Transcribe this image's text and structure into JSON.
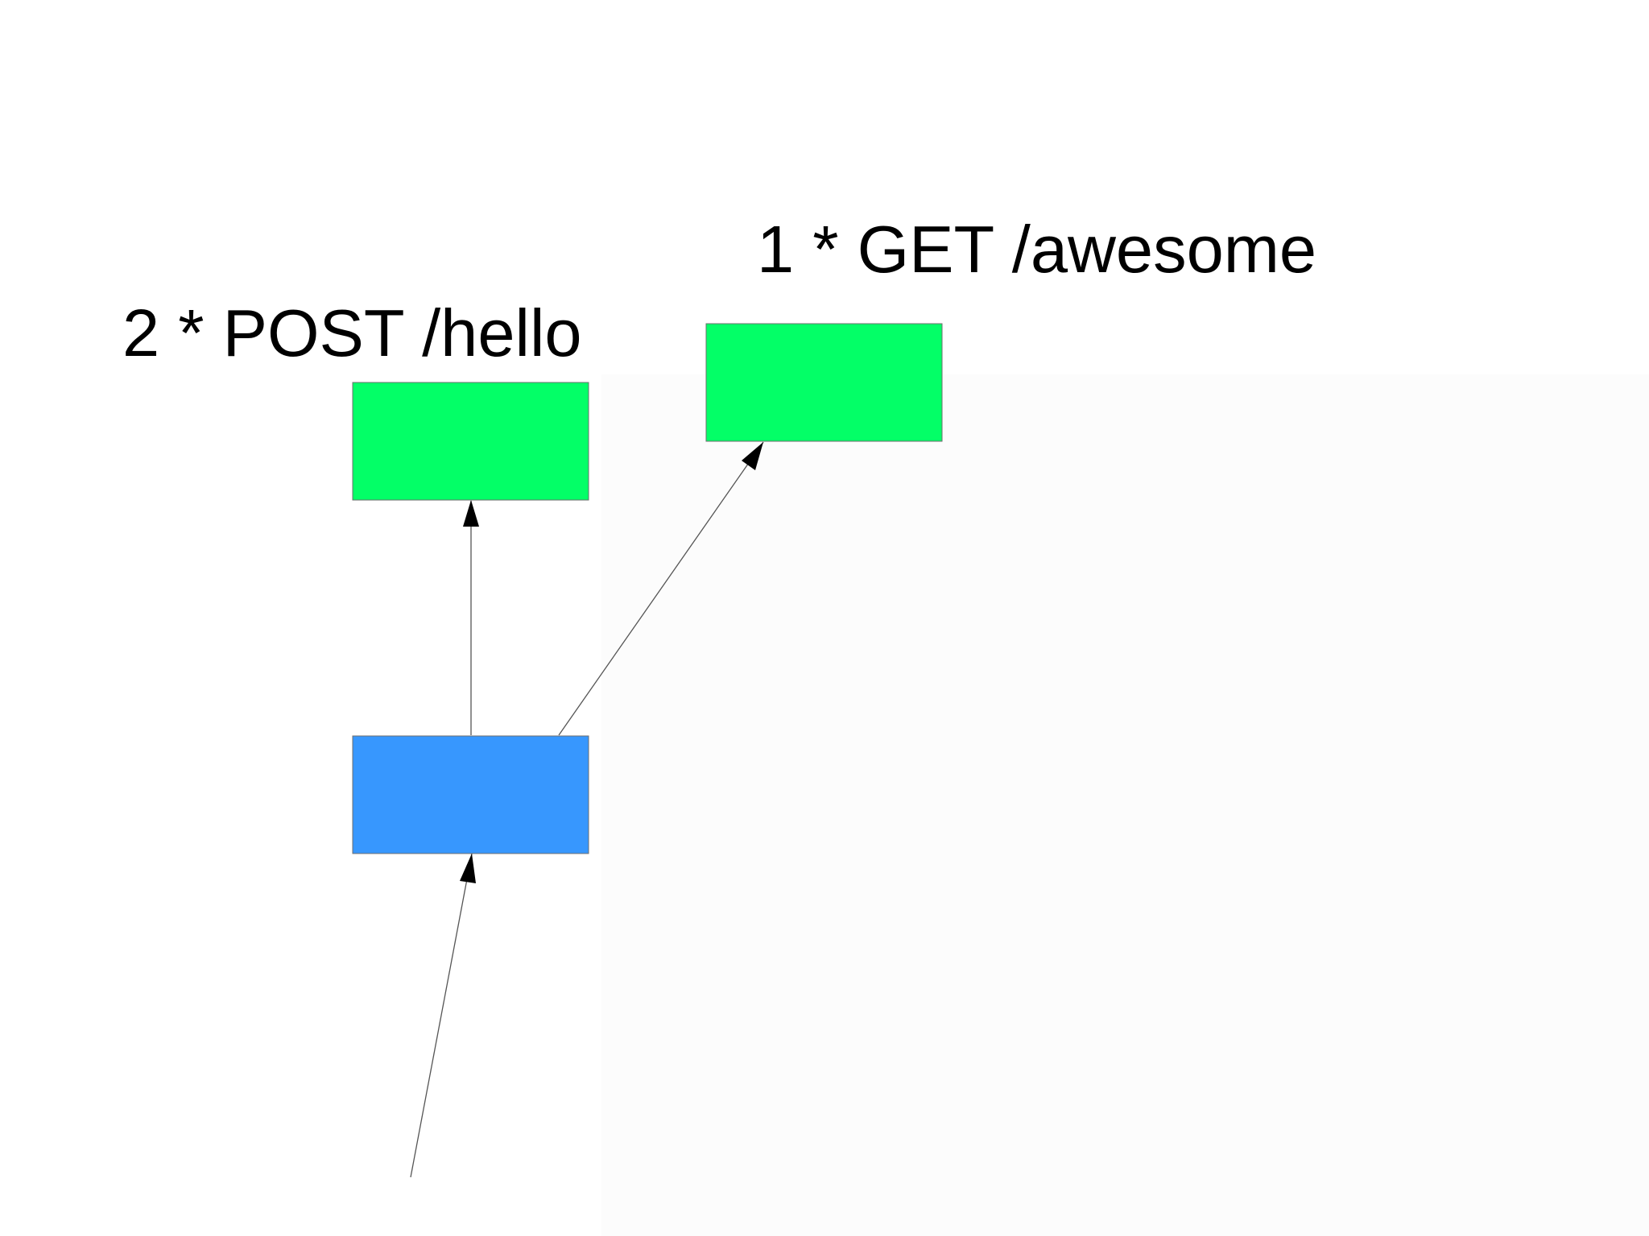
{
  "labels": {
    "awesome_endpoint": "1 * GET /awesome",
    "hello_endpoint": "2 * POST /hello"
  },
  "nodes": [
    {
      "id": "entry-service",
      "role": "source",
      "color": "#3797fe"
    },
    {
      "id": "post-hello",
      "role": "target",
      "color": "#03ff67"
    },
    {
      "id": "get-awesome",
      "role": "target",
      "color": "#03ff67"
    }
  ],
  "edges": [
    {
      "from": "incoming",
      "to": "entry-service"
    },
    {
      "from": "entry-service",
      "to": "post-hello",
      "count": 2,
      "method": "POST",
      "path": "/hello"
    },
    {
      "from": "entry-service",
      "to": "get-awesome",
      "count": 1,
      "method": "GET",
      "path": "/awesome"
    }
  ],
  "colors": {
    "target_node": "#03ff67",
    "source_node": "#3797fe",
    "edge_stroke": "#555555",
    "arrowhead": "#000000",
    "node_border": "#6e6e6e"
  }
}
